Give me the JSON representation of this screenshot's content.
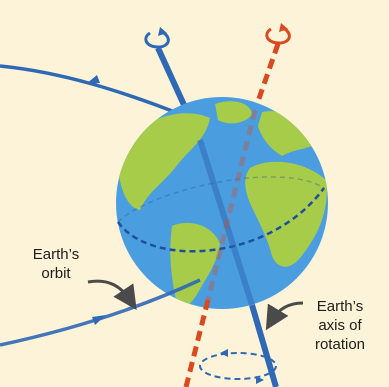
{
  "labels": {
    "orbit_line1": "Earth’s",
    "orbit_line2": "orbit",
    "axis_line1": "Earth’s",
    "axis_line2": "axis of",
    "axis_line3": "rotation"
  },
  "colors": {
    "background": "#fdf3d9",
    "orbit": "#2f68b5",
    "rotation_axis": "#2f68b5",
    "orbital_axis": "#d94a1f",
    "ocean": "#4a9ee0",
    "land": "#a6cc4a",
    "equator": "#1f4f9e",
    "callout": "#4a4a4a"
  }
}
